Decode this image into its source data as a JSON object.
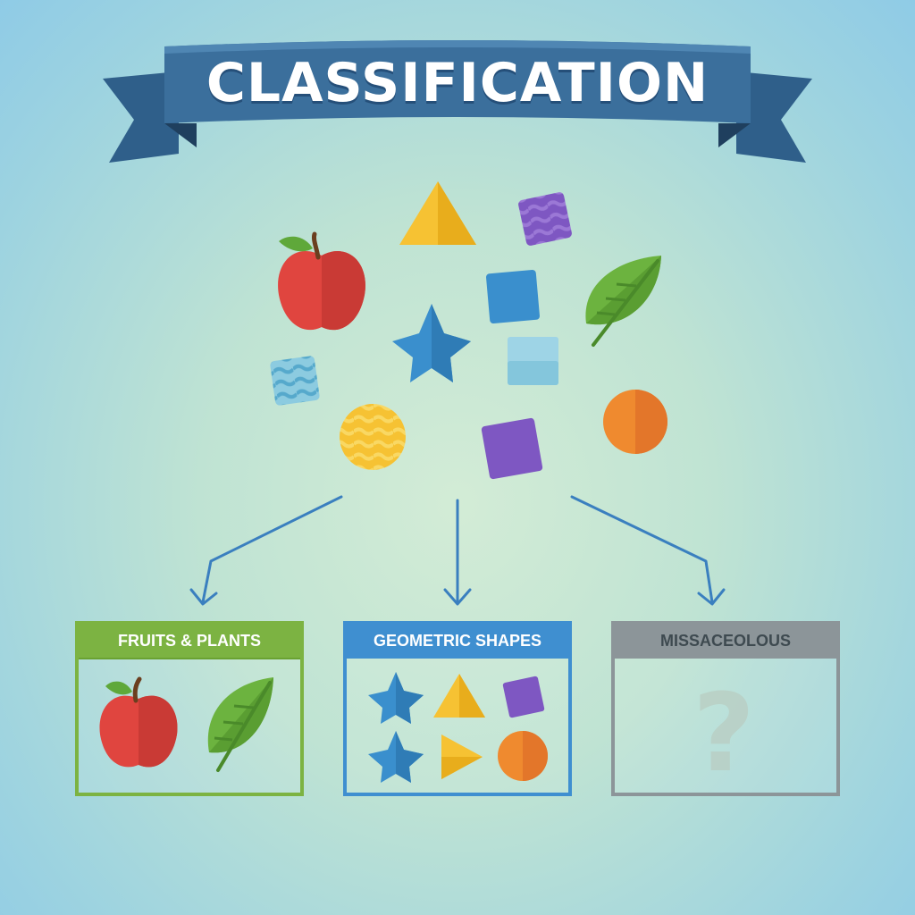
{
  "title": "CLASSIFICATION",
  "colors": {
    "banner": "#3b6f9c",
    "banner_dark": "#234a6e",
    "fruits_box": "#7cb342",
    "shapes_box": "#3f8fd0",
    "misc_box": "#8c9599",
    "red": "#e0453f",
    "yellow": "#f6c233",
    "blue": "#3a8fcd",
    "purple": "#7e57c2",
    "orange": "#ef8a2f",
    "green": "#6cb33f",
    "arrow": "#3a7fbf"
  },
  "scattered_items": [
    {
      "icon": "triangle-icon",
      "color": "yellow"
    },
    {
      "icon": "wavy-square-icon",
      "color": "purple"
    },
    {
      "icon": "apple-icon",
      "color": "red"
    },
    {
      "icon": "square-icon",
      "color": "blue"
    },
    {
      "icon": "leaf-icon",
      "color": "green"
    },
    {
      "icon": "star-icon",
      "color": "blue"
    },
    {
      "icon": "wavy-square-icon",
      "color": "blue"
    },
    {
      "icon": "square-icon",
      "color": "light-blue"
    },
    {
      "icon": "circle-icon",
      "color": "yellow"
    },
    {
      "icon": "square-icon",
      "color": "purple"
    },
    {
      "icon": "circle-icon",
      "color": "orange"
    }
  ],
  "categories": [
    {
      "label": "FRUITS & PLANTS",
      "items": [
        "apple-icon",
        "leaf-icon"
      ]
    },
    {
      "label": "GEOMETRIC SHAPES",
      "items": [
        "star-icon",
        "triangle-icon",
        "square-icon",
        "star-icon",
        "triangle-icon",
        "circle-icon"
      ]
    },
    {
      "label": "MISSACEOLOUS",
      "items": [
        "question-mark-icon"
      ]
    }
  ],
  "question_mark": "?"
}
